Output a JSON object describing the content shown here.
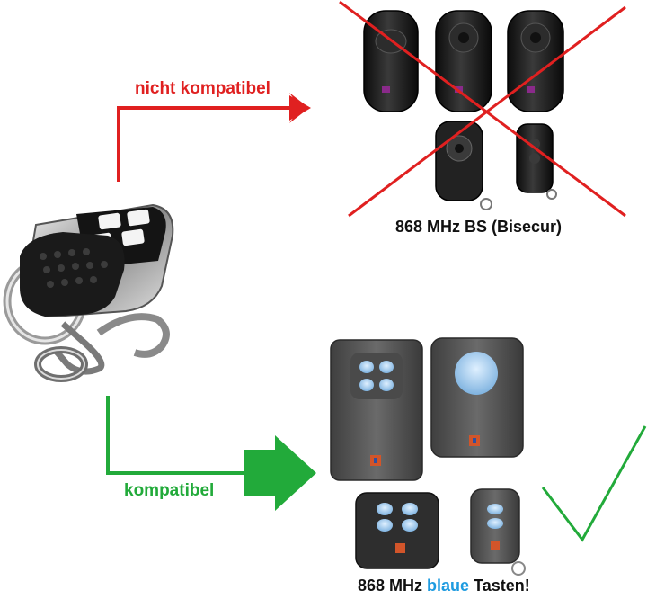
{
  "labels": {
    "incompatible": "nicht kompatibel",
    "compatible": "kompatibel",
    "bisecur_caption": "868 MHz BS (Bisecur)",
    "compatible_caption_prefix": "868 MHz ",
    "compatible_caption_highlight": "blaue",
    "compatible_caption_suffix": " Tasten!"
  },
  "colors": {
    "incompatible": "#e02020",
    "compatible": "#22aa3a",
    "highlight": "#1e9be0",
    "caption": "#111111"
  },
  "icons": {
    "incompatible_arrow": "arrow-right-icon",
    "compatible_arrow": "arrow-right-icon",
    "cross": "cross-mark-icon",
    "check": "check-mark-icon"
  }
}
